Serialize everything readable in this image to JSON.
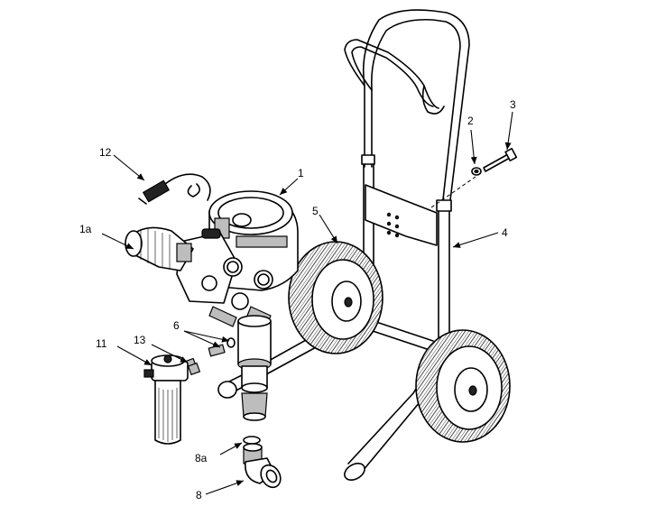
{
  "callouts": {
    "c1": "1",
    "c1a": "1a",
    "c2": "2",
    "c3": "3",
    "c4": "4",
    "c5": "5",
    "c6": "6",
    "c8": "8",
    "c8a": "8a",
    "c11": "11",
    "c12": "12",
    "c13": "13"
  },
  "colors": {
    "line": "#000000",
    "background": "#ffffff",
    "shade": "#bdbdbd"
  }
}
